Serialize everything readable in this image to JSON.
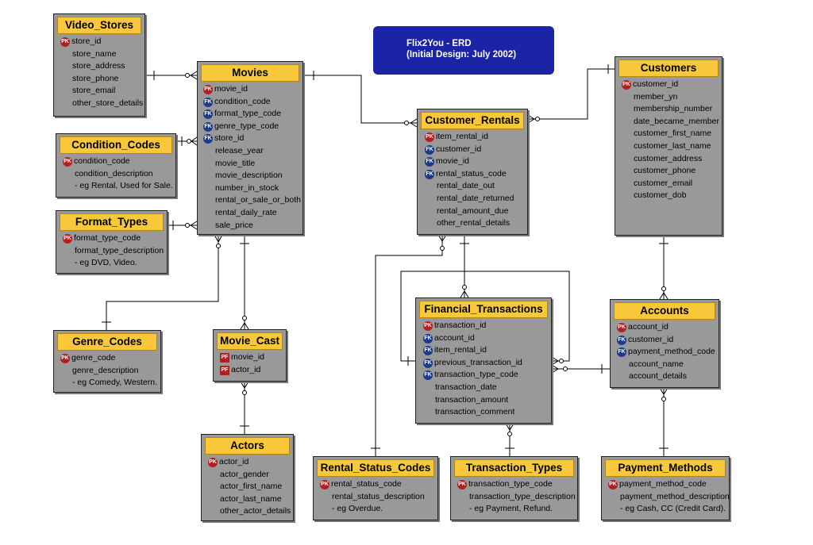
{
  "diagram": {
    "title_line1": "Flix2You - ERD",
    "title_line2": "(Initial Design: July 2002)"
  },
  "colors": {
    "entity_fill": "#999999",
    "entity_title": "#f9c83a",
    "pk_icon": "#b02020",
    "fk_icon": "#1c3b8a",
    "title_box": "#1b23a6"
  },
  "entities": {
    "video_stores": {
      "name": "Video_Stores",
      "attributes": [
        {
          "key": "PK",
          "name": "store_id"
        },
        {
          "key": "",
          "name": "store_name"
        },
        {
          "key": "",
          "name": "store_address"
        },
        {
          "key": "",
          "name": "store_phone"
        },
        {
          "key": "",
          "name": "store_email"
        },
        {
          "key": "",
          "name": "other_store_details"
        }
      ]
    },
    "condition_codes": {
      "name": "Condition_Codes",
      "attributes": [
        {
          "key": "PK",
          "name": "condition_code"
        },
        {
          "key": "",
          "name": "condition_description"
        },
        {
          "key": "",
          "name": " - eg Rental, Used for Sale."
        }
      ]
    },
    "format_types": {
      "name": "Format_Types",
      "attributes": [
        {
          "key": "PK",
          "name": "format_type_code"
        },
        {
          "key": "",
          "name": "format_type_description"
        },
        {
          "key": "",
          "name": " - eg DVD, Video."
        }
      ]
    },
    "genre_codes": {
      "name": "Genre_Codes",
      "attributes": [
        {
          "key": "PK",
          "name": "genre_code"
        },
        {
          "key": "",
          "name": "genre_description"
        },
        {
          "key": "",
          "name": " - eg Comedy, Western."
        }
      ]
    },
    "movies": {
      "name": "Movies",
      "attributes": [
        {
          "key": "PK",
          "name": "movie_id"
        },
        {
          "key": "FK",
          "name": "condition_code"
        },
        {
          "key": "FK",
          "name": "format_type_code"
        },
        {
          "key": "FK",
          "name": "genre_type_code"
        },
        {
          "key": "FK",
          "name": "store_id"
        },
        {
          "key": "",
          "name": "release_year"
        },
        {
          "key": "",
          "name": "movie_title"
        },
        {
          "key": "",
          "name": "movie_description"
        },
        {
          "key": "",
          "name": "number_in_stock"
        },
        {
          "key": "",
          "name": "rental_or_sale_or_both"
        },
        {
          "key": "",
          "name": "rental_daily_rate"
        },
        {
          "key": "",
          "name": "sale_price"
        }
      ]
    },
    "movie_cast": {
      "name": "Movie_Cast",
      "attributes": [
        {
          "key": "PF",
          "name": "movie_id"
        },
        {
          "key": "PF",
          "name": "actor_id"
        }
      ]
    },
    "actors": {
      "name": "Actors",
      "attributes": [
        {
          "key": "PK",
          "name": "actor_id"
        },
        {
          "key": "",
          "name": "actor_gender"
        },
        {
          "key": "",
          "name": "actor_first_name"
        },
        {
          "key": "",
          "name": "actor_last_name"
        },
        {
          "key": "",
          "name": "other_actor_details"
        }
      ]
    },
    "customer_rentals": {
      "name": "Customer_Rentals",
      "attributes": [
        {
          "key": "PK",
          "name": "item_rental_id"
        },
        {
          "key": "FK",
          "name": "customer_id"
        },
        {
          "key": "FK",
          "name": "movie_id"
        },
        {
          "key": "FK",
          "name": "rental_status_code"
        },
        {
          "key": "",
          "name": "rental_date_out"
        },
        {
          "key": "",
          "name": "rental_date_returned"
        },
        {
          "key": "",
          "name": "rental_amount_due"
        },
        {
          "key": "",
          "name": "other_rental_details"
        }
      ]
    },
    "customers": {
      "name": "Customers",
      "attributes": [
        {
          "key": "PK",
          "name": "customer_id"
        },
        {
          "key": "",
          "name": "member_yn"
        },
        {
          "key": "",
          "name": "membership_number"
        },
        {
          "key": "",
          "name": "date_became_member"
        },
        {
          "key": "",
          "name": "customer_first_name"
        },
        {
          "key": "",
          "name": "customer_last_name"
        },
        {
          "key": "",
          "name": "customer_address"
        },
        {
          "key": "",
          "name": "customer_phone"
        },
        {
          "key": "",
          "name": "customer_email"
        },
        {
          "key": "",
          "name": "customer_dob"
        }
      ]
    },
    "financial_transactions": {
      "name": "Financial_Transactions",
      "attributes": [
        {
          "key": "PK",
          "name": "transaction_id"
        },
        {
          "key": "FK",
          "name": "account_id"
        },
        {
          "key": "FK",
          "name": "item_rental_id"
        },
        {
          "key": "FK",
          "name": "previous_transaction_id"
        },
        {
          "key": "FK",
          "name": "transaction_type_code"
        },
        {
          "key": "",
          "name": "transaction_date"
        },
        {
          "key": "",
          "name": "transaction_amount"
        },
        {
          "key": "",
          "name": "transaction_comment"
        }
      ]
    },
    "accounts": {
      "name": "Accounts",
      "attributes": [
        {
          "key": "PK",
          "name": "account_id"
        },
        {
          "key": "FK",
          "name": "customer_id"
        },
        {
          "key": "FK",
          "name": "payment_method_code"
        },
        {
          "key": "",
          "name": "account_name"
        },
        {
          "key": "",
          "name": "account_details"
        }
      ]
    },
    "rental_status_codes": {
      "name": "Rental_Status_Codes",
      "attributes": [
        {
          "key": "PK",
          "name": "rental_status_code"
        },
        {
          "key": "",
          "name": "rental_status_description"
        },
        {
          "key": "",
          "name": " - eg Overdue."
        }
      ]
    },
    "transaction_types": {
      "name": "Transaction_Types",
      "attributes": [
        {
          "key": "PK",
          "name": "transaction_type_code"
        },
        {
          "key": "",
          "name": "transaction_type_description"
        },
        {
          "key": "",
          "name": " - eg Payment, Refund."
        }
      ]
    },
    "payment_methods": {
      "name": "Payment_Methods",
      "attributes": [
        {
          "key": "PK",
          "name": "payment_method_code"
        },
        {
          "key": "",
          "name": "payment_method_description"
        },
        {
          "key": "",
          "name": " - eg Cash, CC (Credit Card)."
        }
      ]
    }
  },
  "relationships": [
    {
      "from": "Video_Stores",
      "to": "Movies",
      "cardinality": "one-to-zero-or-many"
    },
    {
      "from": "Condition_Codes",
      "to": "Movies",
      "cardinality": "one-to-zero-or-many"
    },
    {
      "from": "Format_Types",
      "to": "Movies",
      "cardinality": "one-to-zero-or-many"
    },
    {
      "from": "Genre_Codes",
      "to": "Movies",
      "cardinality": "one-to-zero-or-many"
    },
    {
      "from": "Movies",
      "to": "Movie_Cast",
      "cardinality": "one-to-zero-or-many"
    },
    {
      "from": "Actors",
      "to": "Movie_Cast",
      "cardinality": "one-to-zero-or-many"
    },
    {
      "from": "Movies",
      "to": "Customer_Rentals",
      "cardinality": "one-to-zero-or-many"
    },
    {
      "from": "Customers",
      "to": "Customer_Rentals",
      "cardinality": "one-to-zero-or-many"
    },
    {
      "from": "Rental_Status_Codes",
      "to": "Customer_Rentals",
      "cardinality": "one-to-zero-or-many"
    },
    {
      "from": "Customer_Rentals",
      "to": "Financial_Transactions",
      "cardinality": "one-to-zero-or-many"
    },
    {
      "from": "Financial_Transactions",
      "to": "Financial_Transactions",
      "cardinality": "self-reference"
    },
    {
      "from": "Accounts",
      "to": "Financial_Transactions",
      "cardinality": "one-to-zero-or-many"
    },
    {
      "from": "Transaction_Types",
      "to": "Financial_Transactions",
      "cardinality": "one-to-zero-or-many"
    },
    {
      "from": "Customers",
      "to": "Accounts",
      "cardinality": "one-to-zero-or-many"
    },
    {
      "from": "Payment_Methods",
      "to": "Accounts",
      "cardinality": "one-to-zero-or-many"
    }
  ]
}
